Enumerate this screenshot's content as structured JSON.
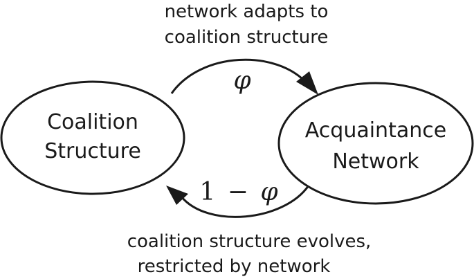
{
  "labels": {
    "top_line1": "network adapts to",
    "top_line2": "coalition structure",
    "bottom_line1": "coalition structure evolves,",
    "bottom_line2": "restricted by network"
  },
  "nodes": {
    "coalition_line1": "Coalition",
    "coalition_line2": "Structure",
    "network_line1": "Acquaintance",
    "network_line2": "Network"
  },
  "arrows": {
    "top_prob": "φ",
    "bottom_prob_num": "1",
    "bottom_prob_op": "−",
    "bottom_prob_var": "φ"
  }
}
